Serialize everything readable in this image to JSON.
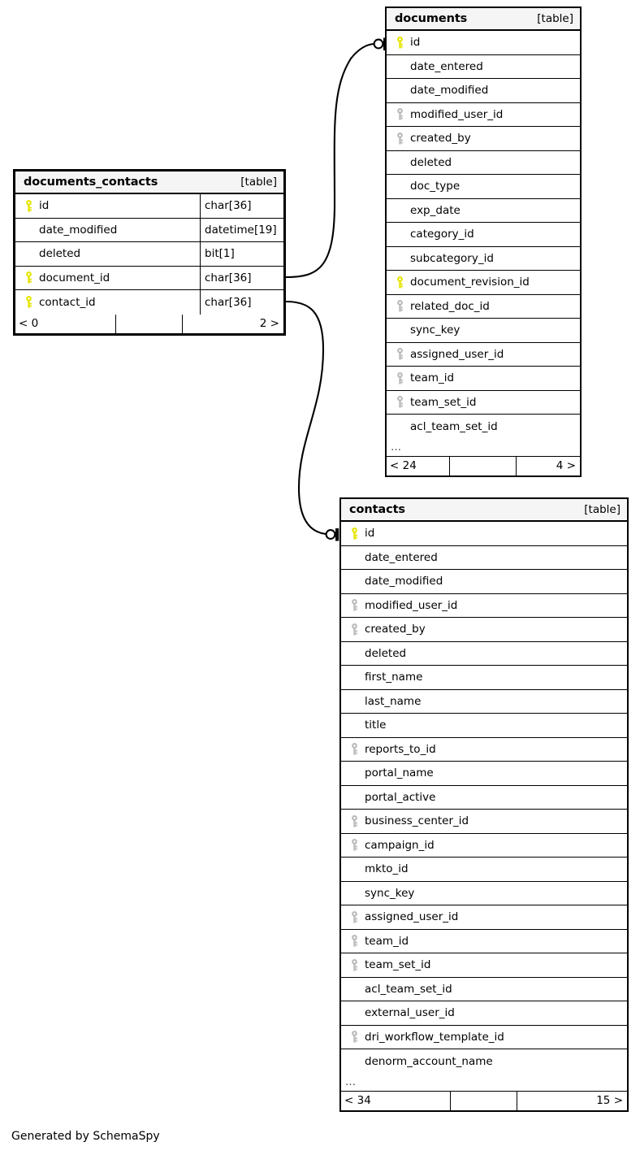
{
  "diagram": {
    "tool": "SchemaSpy",
    "caption": "Generated by SchemaSpy",
    "kind_label": "[table]",
    "ellipsis": "…",
    "colors": {
      "primary_key": "#e5e500",
      "foreign_key": "#bbbbbb",
      "border": "#000000",
      "title_background": "#f5f5f5",
      "row_background": "#ffffff",
      "connector": "#000000"
    }
  },
  "tables": {
    "documents": {
      "name": "documents",
      "kind": "[table]",
      "emphasized": false,
      "has_more": true,
      "footer": {
        "left": "< 24",
        "middle": "",
        "right": "4 >"
      },
      "columns": [
        {
          "name": "id",
          "key": "primary"
        },
        {
          "name": "date_entered",
          "key": "none"
        },
        {
          "name": "date_modified",
          "key": "none"
        },
        {
          "name": "modified_user_id",
          "key": "foreign"
        },
        {
          "name": "created_by",
          "key": "foreign"
        },
        {
          "name": "deleted",
          "key": "none"
        },
        {
          "name": "doc_type",
          "key": "none"
        },
        {
          "name": "exp_date",
          "key": "none"
        },
        {
          "name": "category_id",
          "key": "none"
        },
        {
          "name": "subcategory_id",
          "key": "none"
        },
        {
          "name": "document_revision_id",
          "key": "primary"
        },
        {
          "name": "related_doc_id",
          "key": "foreign"
        },
        {
          "name": "sync_key",
          "key": "none"
        },
        {
          "name": "assigned_user_id",
          "key": "foreign"
        },
        {
          "name": "team_id",
          "key": "foreign"
        },
        {
          "name": "team_set_id",
          "key": "foreign"
        },
        {
          "name": "acl_team_set_id",
          "key": "none"
        }
      ]
    },
    "documents_contacts": {
      "name": "documents_contacts",
      "kind": "[table]",
      "emphasized": true,
      "has_more": false,
      "footer": {
        "left": "< 0",
        "middle": "",
        "right": "2 >"
      },
      "columns": [
        {
          "name": "id",
          "key": "primary",
          "type": "char[36]"
        },
        {
          "name": "date_modified",
          "key": "none",
          "type": "datetime[19]"
        },
        {
          "name": "deleted",
          "key": "none",
          "type": "bit[1]"
        },
        {
          "name": "document_id",
          "key": "primary",
          "type": "char[36]"
        },
        {
          "name": "contact_id",
          "key": "primary",
          "type": "char[36]"
        }
      ]
    },
    "contacts": {
      "name": "contacts",
      "kind": "[table]",
      "emphasized": false,
      "has_more": true,
      "footer": {
        "left": "< 34",
        "middle": "",
        "right": "15 >"
      },
      "columns": [
        {
          "name": "id",
          "key": "primary"
        },
        {
          "name": "date_entered",
          "key": "none"
        },
        {
          "name": "date_modified",
          "key": "none"
        },
        {
          "name": "modified_user_id",
          "key": "foreign"
        },
        {
          "name": "created_by",
          "key": "foreign"
        },
        {
          "name": "deleted",
          "key": "none"
        },
        {
          "name": "first_name",
          "key": "none"
        },
        {
          "name": "last_name",
          "key": "none"
        },
        {
          "name": "title",
          "key": "none"
        },
        {
          "name": "reports_to_id",
          "key": "foreign"
        },
        {
          "name": "portal_name",
          "key": "none"
        },
        {
          "name": "portal_active",
          "key": "none"
        },
        {
          "name": "business_center_id",
          "key": "foreign"
        },
        {
          "name": "campaign_id",
          "key": "foreign"
        },
        {
          "name": "mkto_id",
          "key": "none"
        },
        {
          "name": "sync_key",
          "key": "none"
        },
        {
          "name": "assigned_user_id",
          "key": "foreign"
        },
        {
          "name": "team_id",
          "key": "foreign"
        },
        {
          "name": "team_set_id",
          "key": "foreign"
        },
        {
          "name": "acl_team_set_id",
          "key": "none"
        },
        {
          "name": "external_user_id",
          "key": "none"
        },
        {
          "name": "dri_workflow_template_id",
          "key": "foreign"
        },
        {
          "name": "denorm_account_name",
          "key": "none"
        }
      ]
    }
  },
  "relationships": [
    {
      "name": "documents_contacts-document_id-to-documents-id",
      "from_table": "documents_contacts",
      "from_column": "document_id",
      "to_table": "documents",
      "to_column": "id",
      "end_marker": "zero-or-one"
    },
    {
      "name": "documents_contacts-contact_id-to-contacts-id",
      "from_table": "documents_contacts",
      "from_column": "contact_id",
      "to_table": "contacts",
      "to_column": "id",
      "end_marker": "zero-or-one"
    }
  ]
}
